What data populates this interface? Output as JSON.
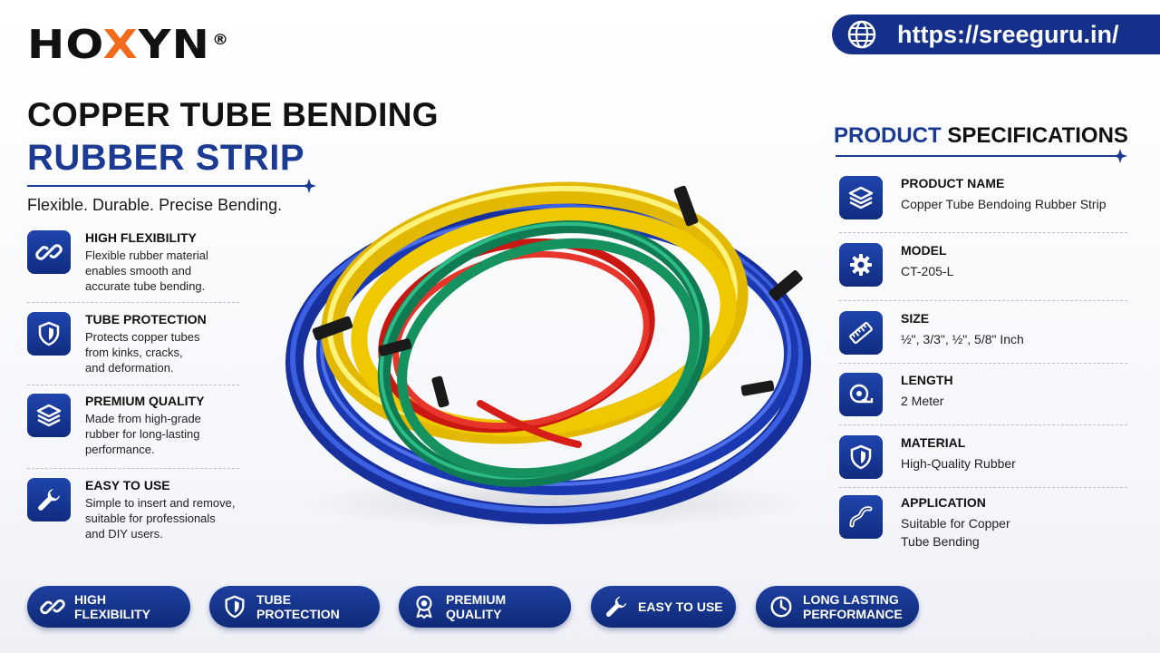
{
  "brand": {
    "logo_prefix": "HO",
    "logo_x": "X",
    "logo_suffix": "YN",
    "registered": "®",
    "url": "https://sreeguru.in/"
  },
  "headline": {
    "line1": "COPPER TUBE BENDING",
    "line2": "RUBBER STRIP",
    "tagline": "Flexible. Durable. Precise Bending."
  },
  "features": [
    {
      "icon": "chain-link-icon",
      "title": "HIGH FLEXIBILITY",
      "desc": "Flexible rubber material\nenables smooth and\naccurate tube bending."
    },
    {
      "icon": "shield-icon",
      "title": "TUBE PROTECTION",
      "desc": "Protects copper tubes\nfrom kinks, cracks,\nand deformation."
    },
    {
      "icon": "layers-icon",
      "title": "PREMIUM QUALITY",
      "desc": "Made from high-grade\nrubber for long-lasting\nperformance."
    },
    {
      "icon": "wrench-icon",
      "title": "EASY TO USE",
      "desc": "Simple to insert and remove,\nsuitable for professionals\nand DIY users."
    }
  ],
  "specs": {
    "title_blue": "PRODUCT",
    "title_black": "SPECIFICATIONS",
    "items": [
      {
        "icon": "layers-icon",
        "label": "PRODUCT NAME",
        "value": "Copper Tube Bendoing Rubber Strip"
      },
      {
        "icon": "gear-icon",
        "label": "MODEL",
        "value": "CT-205-L"
      },
      {
        "icon": "ruler-icon",
        "label": "SIZE",
        "value": "½\", 3/3\", ½\", 5/8\" Inch"
      },
      {
        "icon": "tape-measure-icon",
        "label": "LENGTH",
        "value": "2 Meter"
      },
      {
        "icon": "shield-icon",
        "label": "MATERIAL",
        "value": "High-Quality Rubber"
      },
      {
        "icon": "bent-tube-icon",
        "label": "APPLICATION",
        "value": "Suitable for Copper\nTube Bending"
      }
    ]
  },
  "badges": [
    {
      "icon": "chain-link-icon",
      "label": "HIGH FLEXIBILITY"
    },
    {
      "icon": "shield-icon",
      "label": "TUBE PROTECTION"
    },
    {
      "icon": "medal-icon",
      "label": "PREMIUM QUALITY"
    },
    {
      "icon": "wrench-icon",
      "label": "EASY TO USE"
    },
    {
      "icon": "clock-icon",
      "label": "LONG LASTING\nPERFORMANCE"
    }
  ],
  "colors": {
    "brand_blue": "#1b3a94",
    "accent_orange": "#f26a1b",
    "tube_blue": "#1d3fc4",
    "tube_yellow": "#f5d400",
    "tube_green": "#1b9a6a",
    "tube_red": "#e3231d"
  }
}
